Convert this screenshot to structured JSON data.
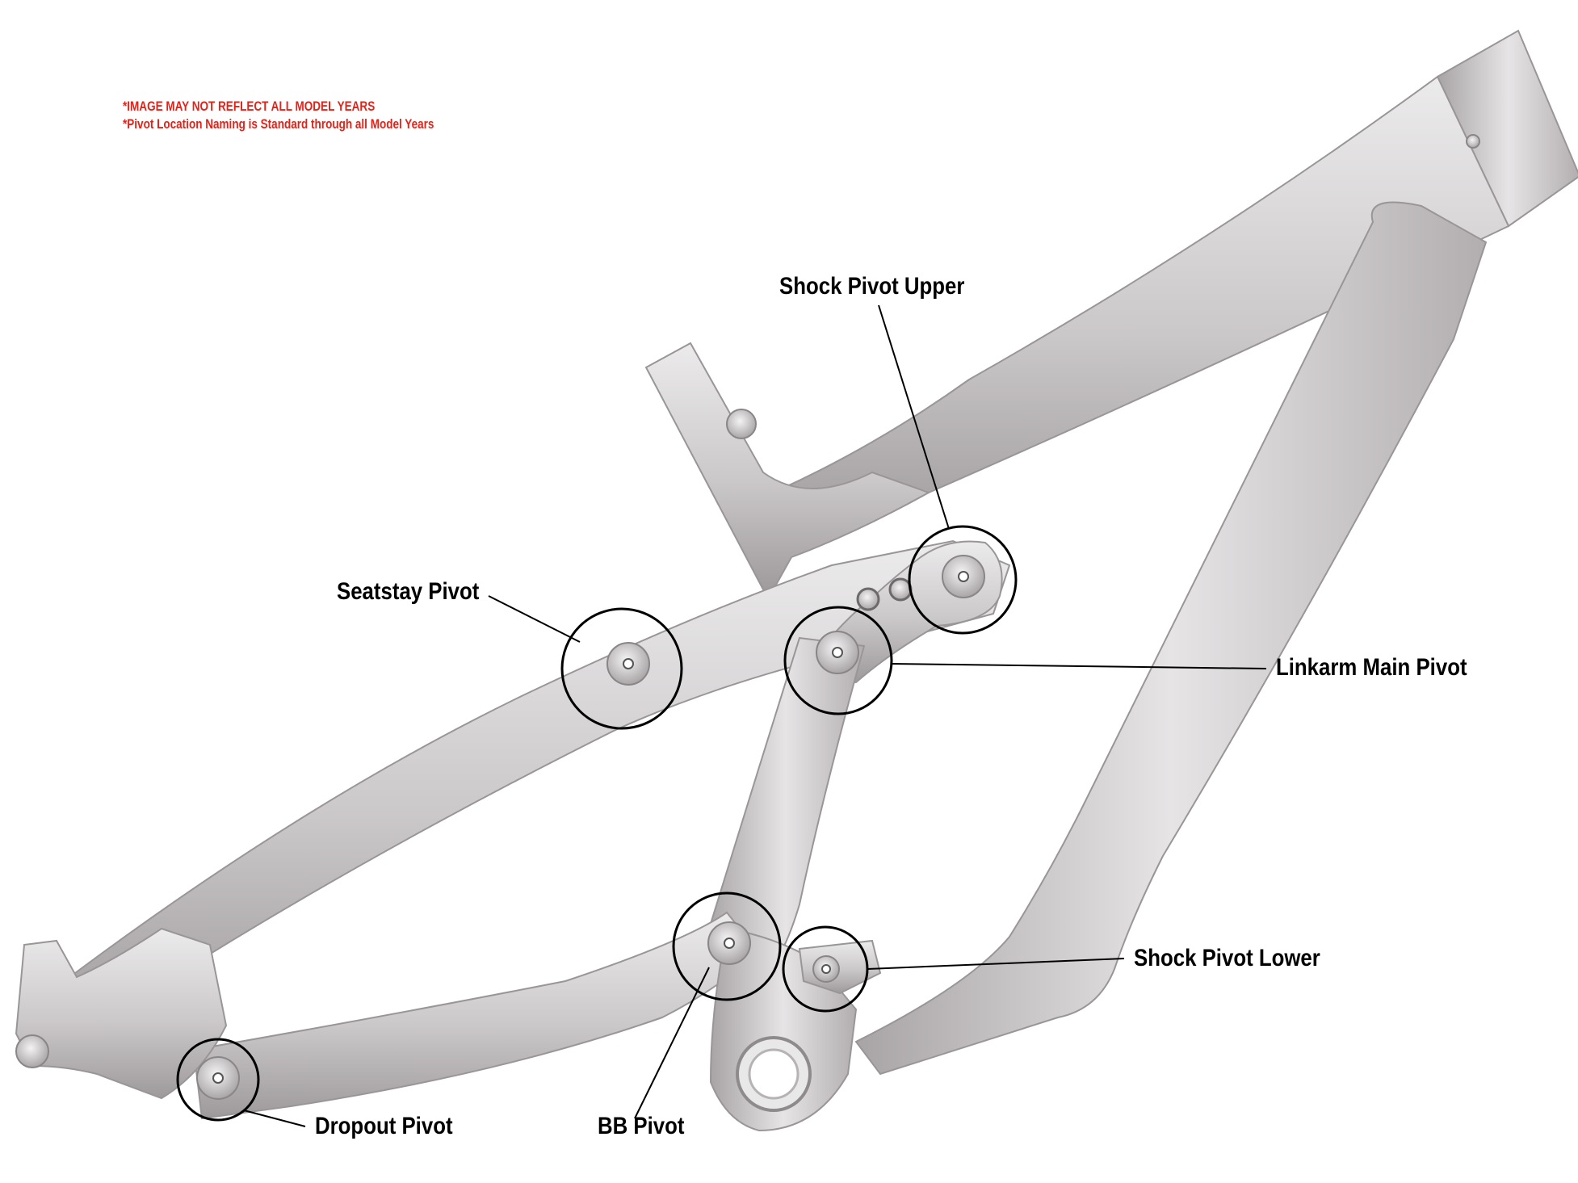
{
  "disclaimer": {
    "line1": "*IMAGE MAY NOT REFLECT ALL MODEL YEARS",
    "line2": "*Pivot Location Naming is Standard through all Model Years"
  },
  "callouts": {
    "shock_pivot_upper": "Shock Pivot Upper",
    "seatstay_pivot": "Seatstay Pivot",
    "linkarm_main_pivot": "Linkarm Main Pivot",
    "shock_pivot_lower": "Shock Pivot Lower",
    "dropout_pivot": "Dropout Pivot",
    "bb_pivot": "BB Pivot"
  },
  "colors": {
    "frame": "#cbc8c9",
    "frame_shadow": "#9e9a9c",
    "frame_highlight": "#ecebec",
    "disclaimer_text": "#e2231a",
    "callout_line": "#000000"
  }
}
